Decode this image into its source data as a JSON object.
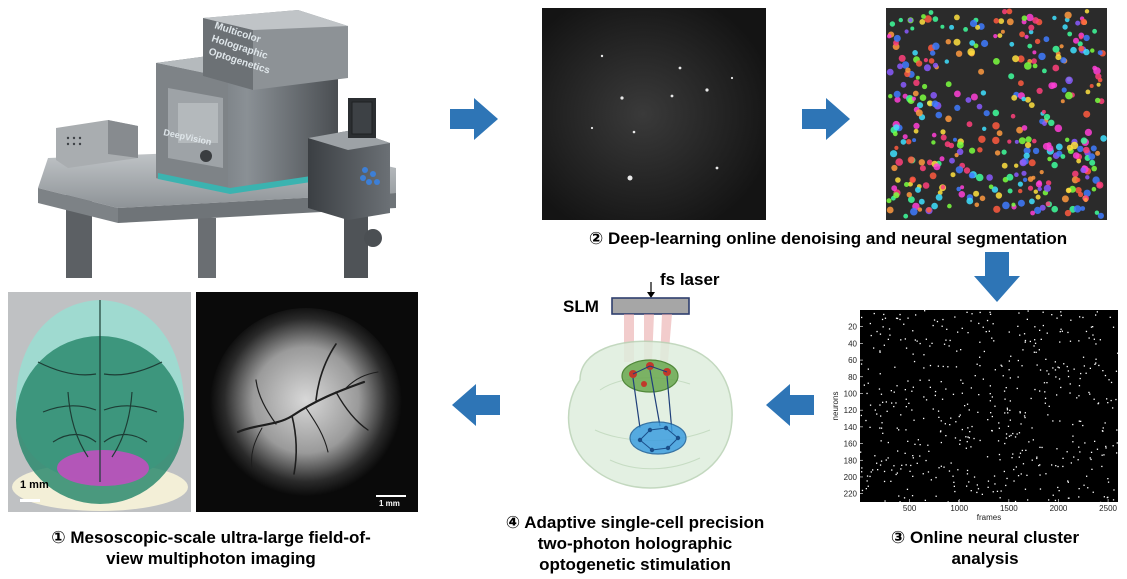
{
  "device": {
    "label_lines": [
      "Multicolor",
      "Holographic",
      "Optogenetics"
    ],
    "brand": "DeepVision"
  },
  "captions": {
    "step1_line1": "① Mesoscopic-scale ultra-large field-of-",
    "step1_line2": "view multiphoton imaging",
    "step2": "② Deep-learning online denoising and neural segmentation",
    "step3_line1": "③ Online neural cluster",
    "step3_line2": "analysis",
    "step4_line1": "④ Adaptive single-cell precision",
    "step4_line2": "two-photon holographic",
    "step4_line3": "optogenetic stimulation"
  },
  "optogenetics": {
    "laser_label": "fs laser",
    "slm_label": "SLM"
  },
  "scale_bars": {
    "atlas": "1 mm",
    "fov": "1 mm"
  },
  "colors": {
    "arrow": "#2e75b6",
    "slm_fill": "#a6a6a6",
    "slm_border": "#2f3f6e",
    "beam": "#e8a3a3",
    "ensemble_top": "#6aa84f",
    "ensemble_bottom": "#3d9ee0"
  },
  "chart_data": {
    "type": "heatmap",
    "xlabel": "frames",
    "ylabel": "neurons",
    "x_ticks": [
      500,
      1000,
      1500,
      2000,
      2500
    ],
    "y_ticks": [
      20,
      40,
      60,
      80,
      100,
      120,
      140,
      160,
      180,
      200,
      220
    ],
    "xlim": [
      0,
      2600
    ],
    "ylim": [
      0,
      230
    ],
    "grid": false
  }
}
